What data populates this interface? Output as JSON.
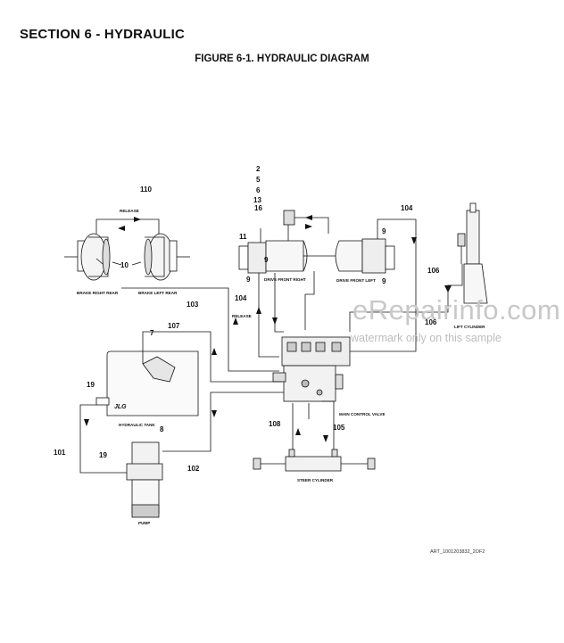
{
  "header": {
    "section": "SECTION 6 - HYDRAULIC",
    "figure": "FIGURE 6-1. HYDRAULIC DIAGRAM"
  },
  "components": {
    "brake_right_rear": "BRAKE RIGHT REAR",
    "brake_left_rear": "BRAKE LEFT REAR",
    "drive_front_right": "DRIVE FRONT RIGHT",
    "drive_front_left": "DRIVE FRONT LEFT",
    "lift_cylinder": "LIFT CYLINDER",
    "hydraulic_tank": "HYDRAULIC TANK",
    "main_control_valve": "MAIN CONTROL VALVE",
    "steer_cylinder": "STEER CYLINDER",
    "pump": "PUMP",
    "tank_logo": "JLG"
  },
  "line_labels": {
    "release_top": "RELEASE",
    "release_mid": "RELEASE"
  },
  "callouts": {
    "c110": "110",
    "c10": "10",
    "c2": "2",
    "c5": "5",
    "c6": "6",
    "c13": "13",
    "c16": "16",
    "c104_top": "104",
    "c11": "11",
    "c9_r_top": "9",
    "c9_r_bot": "9",
    "c9_l_top": "9",
    "c9_l_bot": "9",
    "c106_top": "106",
    "c106_bot": "106",
    "c104_mid": "104",
    "c103": "103",
    "c107": "107",
    "c7": "7",
    "c19_top": "19",
    "c19_bot": "19",
    "c8": "8",
    "c101": "101",
    "c102": "102",
    "c108": "108",
    "c105": "105"
  },
  "watermark": {
    "main": "eRepairinfo.com",
    "sub": "watermark only on this sample"
  },
  "art_ref": "ART_1001203832_2OF2"
}
